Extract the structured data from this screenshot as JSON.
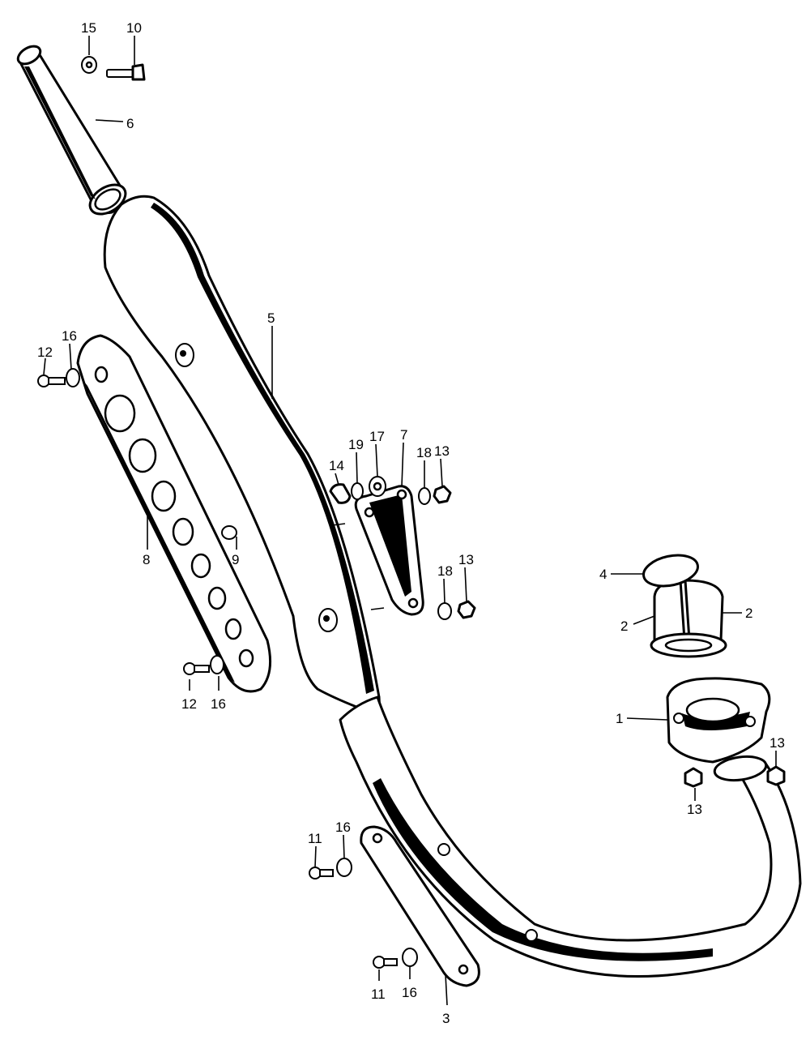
{
  "callouts": {
    "c1": "1",
    "c2a": "2",
    "c2b": "2",
    "c3": "3",
    "c4": "4",
    "c5": "5",
    "c6": "6",
    "c7": "7",
    "c8": "8",
    "c9": "9",
    "c10": "10",
    "c11a": "11",
    "c11b": "11",
    "c12a": "12",
    "c12b": "12",
    "c13a": "13",
    "c13b": "13",
    "c13c": "13",
    "c13d": "13",
    "c14": "14",
    "c15": "15",
    "c16a": "16",
    "c16b": "16",
    "c16c": "16",
    "c16d": "16",
    "c17": "17",
    "c18a": "18",
    "c18b": "18",
    "c19": "19"
  }
}
